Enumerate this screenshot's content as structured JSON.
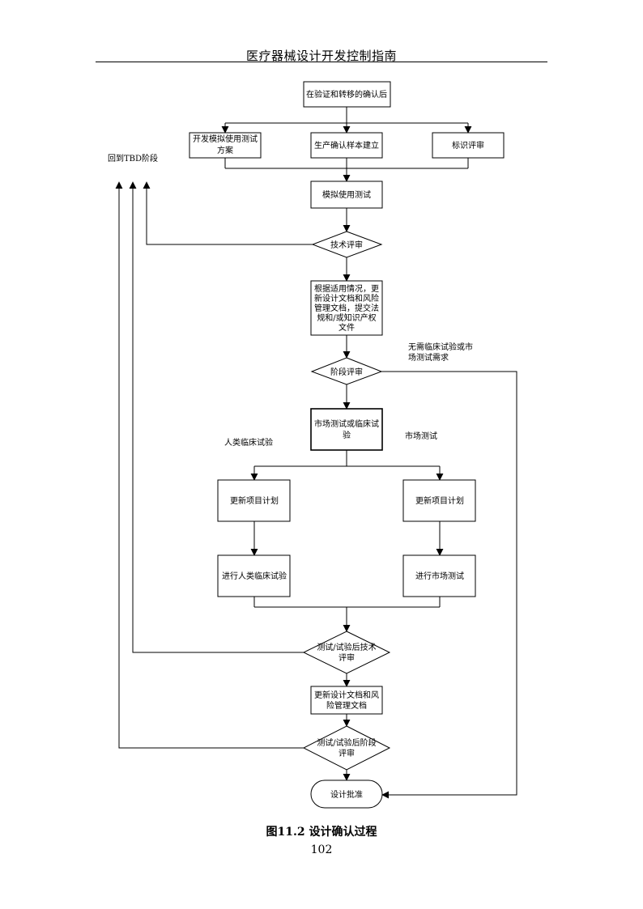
{
  "header": {
    "title": "医疗器械设计开发控制指南"
  },
  "flowchart": {
    "nodes": {
      "confirm_after": [
        "在验证和转移的确认后"
      ],
      "dev_protocol": [
        "开发模拟使用测试",
        "方案"
      ],
      "prod_sample": [
        "生产确认样本建立"
      ],
      "label_review": [
        "标识评审"
      ],
      "sim_test": [
        "模拟使用测试"
      ],
      "tech_review": [
        "技术评审"
      ],
      "update_docs": [
        "根据适用情况，更",
        "新设计文档和风险",
        "管理文档，提交法",
        "规和/或知识产权",
        "文件"
      ],
      "stage_review": [
        "阶段评审"
      ],
      "market_or_clinical": [
        "市场测试或临床试",
        "验"
      ],
      "update_plan_left": [
        "更新项目计划"
      ],
      "update_plan_right": [
        "更新项目计划"
      ],
      "do_clinical": [
        "进行人类临床试验"
      ],
      "do_market": [
        "进行市场测试"
      ],
      "post_tech_review": [
        "测试/试验后技术",
        "评审"
      ],
      "update_design_risk": [
        "更新设计文档和风",
        "险管理文档"
      ],
      "post_stage_review": [
        "测试/试验后阶段",
        "评审"
      ],
      "design_approval": [
        "设计批准"
      ]
    },
    "labels": {
      "back_to_tbd": "回到TBD阶段",
      "no_trial_needed": [
        "无需临床试验或市",
        "场测试需求"
      ],
      "human_clinical": "人类临床试验",
      "market_test": "市场测试"
    }
  },
  "caption": {
    "figure": "图11.2 设计确认过程"
  },
  "footer": {
    "page_number": "102"
  }
}
